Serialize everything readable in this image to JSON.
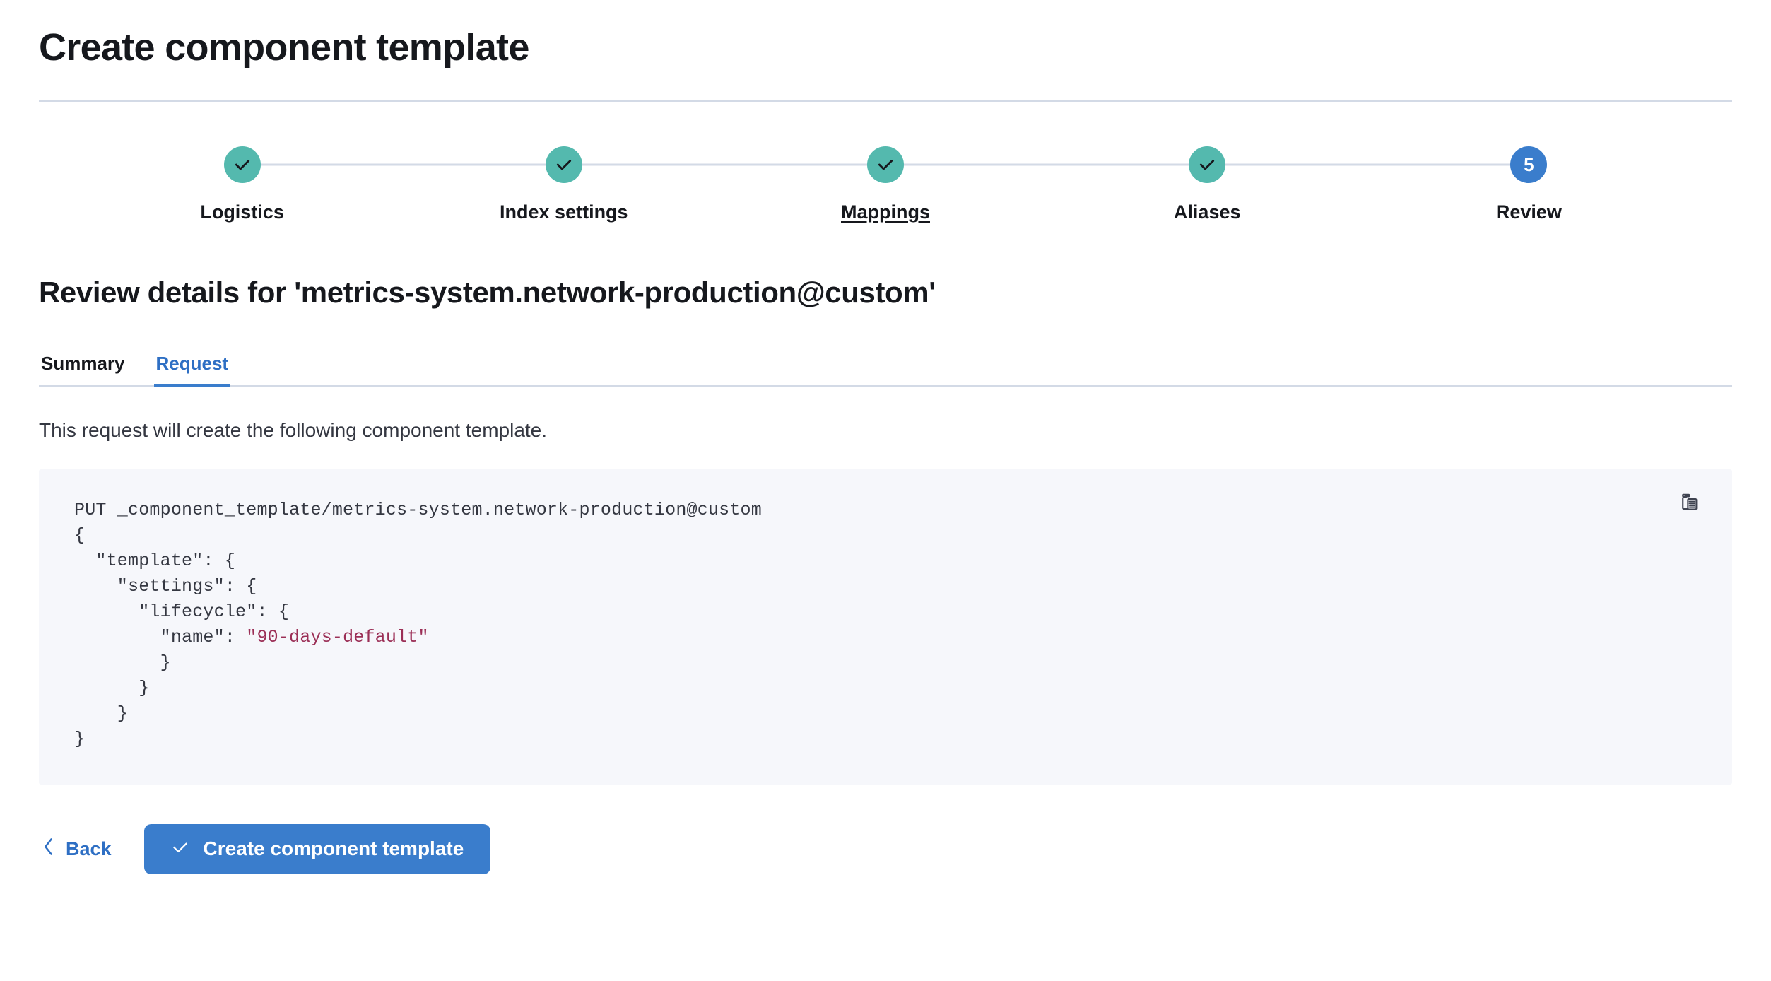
{
  "header": {
    "title": "Create component template"
  },
  "stepper": {
    "steps": [
      {
        "label": "Logistics",
        "state": "complete",
        "icon": "check-icon",
        "number": "1"
      },
      {
        "label": "Index settings",
        "state": "complete",
        "icon": "check-icon",
        "number": "2"
      },
      {
        "label": "Mappings",
        "state": "complete",
        "icon": "check-icon",
        "number": "3",
        "underlined": true
      },
      {
        "label": "Aliases",
        "state": "complete",
        "icon": "check-icon",
        "number": "4"
      },
      {
        "label": "Review",
        "state": "current",
        "icon": "step-number",
        "number": "5"
      }
    ]
  },
  "review": {
    "heading": "Review details for 'metrics-system.network-production@custom'",
    "tabs": [
      {
        "label": "Summary",
        "active": false
      },
      {
        "label": "Request",
        "active": true
      }
    ],
    "description": "This request will create the following component template.",
    "code": {
      "method_line": "PUT _component_template/metrics-system.network-production@custom",
      "body_lines": [
        "{",
        "  \"template\": {",
        "    \"settings\": {",
        "      \"lifecycle\": {",
        "        \"name\": ",
        "        }",
        "      }",
        "    }",
        "}"
      ],
      "lifecycle_name_value": "\"90-days-default\"",
      "copy_icon": "copy-clipboard-icon"
    }
  },
  "actions": {
    "back_label": "Back",
    "back_icon": "chevron-left-icon",
    "submit_label": "Create component template",
    "submit_icon": "check-icon"
  },
  "colors": {
    "complete_step": "#54B9AE",
    "current_step": "#3A7DCC",
    "accent_blue": "#3A7DCC",
    "link_blue": "#2E6FC4",
    "code_bg": "#F6F7FB",
    "code_string": "#9B2F56",
    "divider": "#D3DAE6"
  }
}
